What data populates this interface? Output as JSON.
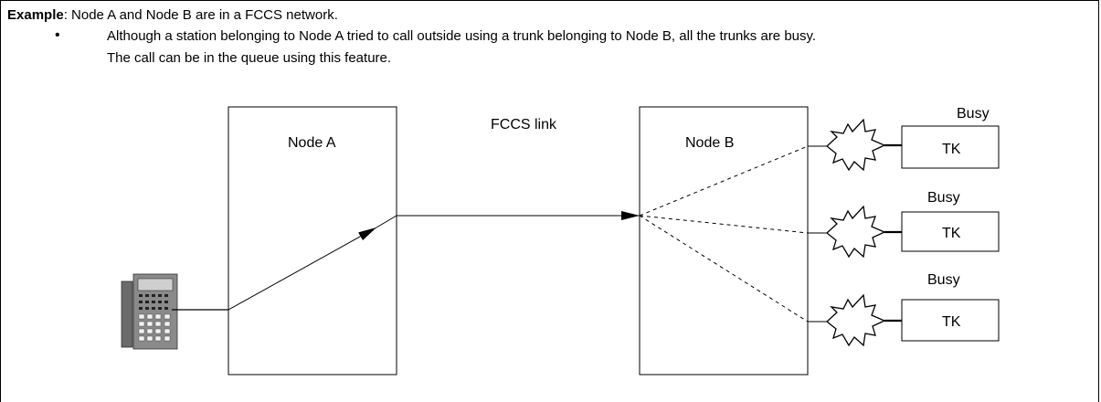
{
  "intro": {
    "example_label": "Example",
    "example_text": ": Node A and Node B are in a FCCS network.",
    "bullet_symbol": "•",
    "bullet_line1": "Although a station belonging to Node A tried to call outside using a trunk belonging to Node B, all the trunks are busy.",
    "bullet_line2": "The call can be in the queue using this feature."
  },
  "diagram": {
    "node_a_label": "Node A",
    "node_b_label": "Node B",
    "link_label": "FCCS link",
    "trunks": [
      {
        "status": "Busy",
        "label": "TK"
      },
      {
        "status": "Busy",
        "label": "TK"
      },
      {
        "status": "Busy",
        "label": "TK"
      }
    ]
  },
  "icons": [
    "phone-icon",
    "busy-burst-icon"
  ]
}
